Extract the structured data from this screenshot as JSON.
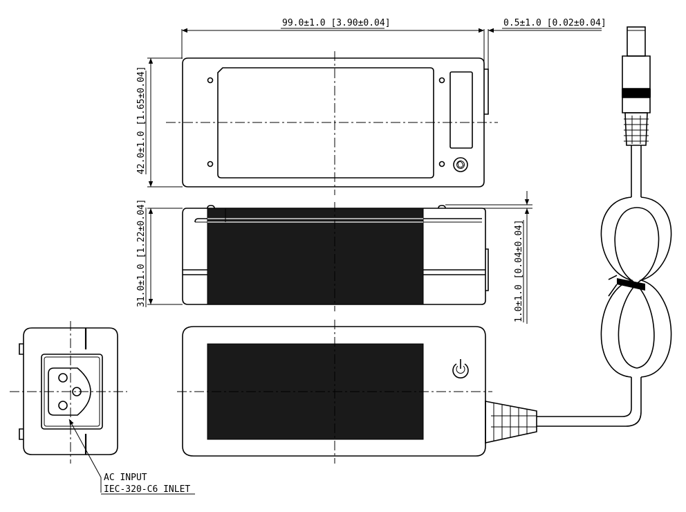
{
  "dimensions": {
    "length": "99.0±1.0 [3.90±0.04]",
    "offset": "0.5±1.0 [0.02±0.04]",
    "width": "42.0±1.0 [1.65±0.04]",
    "height": "31.0±1.0 [1.22±0.04]",
    "step": "1.0±1.0 [0.04±0.04]"
  },
  "callout": {
    "line1": "AC INPUT",
    "line2": "IEC-320-C6 INLET"
  }
}
